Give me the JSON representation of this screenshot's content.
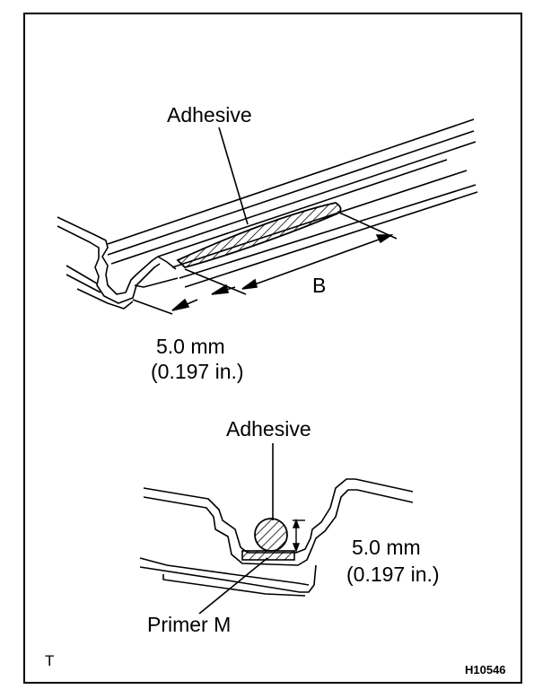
{
  "labels": {
    "adhesive_top": "Adhesive",
    "dim_b": "B",
    "dim_top_mm": "5.0 mm",
    "dim_top_in": "(0.197 in.)",
    "adhesive_bottom": "Adhesive",
    "dim_bottom_mm": "5.0 mm",
    "dim_bottom_in": "(0.197 in.)",
    "primer": "Primer M",
    "corner_mark": "T",
    "figure_code": "H10546"
  }
}
